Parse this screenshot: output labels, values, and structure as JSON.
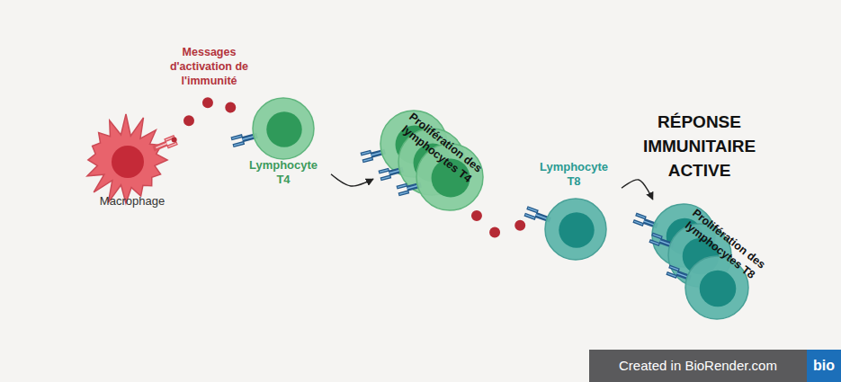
{
  "diagram": {
    "nodes": [
      {
        "text": [
          "Macrophage"
        ]
      },
      {
        "text": [
          "Lymphocyte T4"
        ]
      },
      {
        "text": [
          "Prolifération des lymphocytes T4"
        ]
      },
      {
        "text": [
          "Lymphocyte T8"
        ]
      },
      {
        "text": [
          "Prolifération des lymphocytes T8"
        ]
      }
    ],
    "edges": [
      {
        "from": 0,
        "to": 1,
        "arrow": "none",
        "label": "Messages d'activation de l'immunité"
      },
      {
        "from": 1,
        "to": 2,
        "arrow": "to"
      },
      {
        "from": 2,
        "to": 3,
        "arrow": "none"
      },
      {
        "from": 3,
        "to": 4,
        "arrow": "to"
      }
    ],
    "labels": [
      "RÉPONSE IMMUNITAIRE ACTIVE",
      "Created in BioRender.com",
      "bio"
    ]
  }
}
